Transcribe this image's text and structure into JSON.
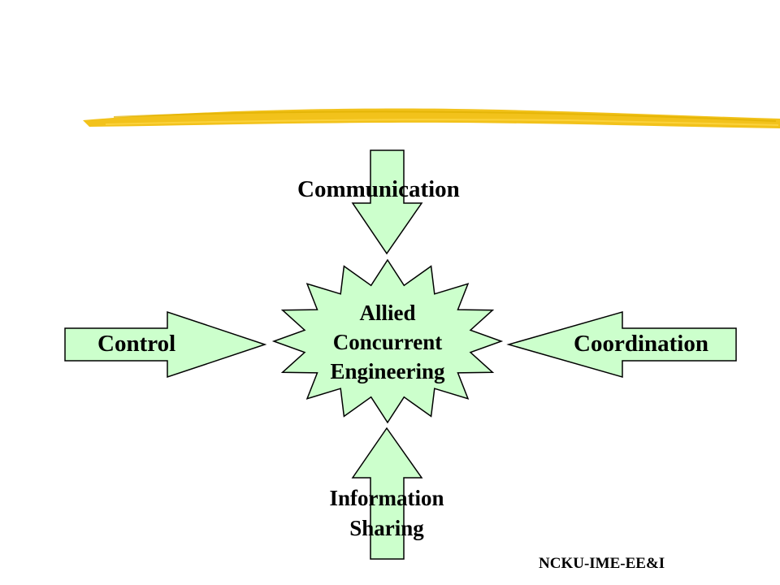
{
  "diagram": {
    "center": {
      "lines": [
        "Allied",
        "Concurrent",
        "Engineering"
      ]
    },
    "arrows": {
      "top": "Communication",
      "left": "Control",
      "right": "Coordination",
      "bottom": [
        "Information",
        "Sharing"
      ]
    }
  },
  "footer": "NCKU-IME-EE&I",
  "colors": {
    "shape_fill": "#ccffcc",
    "stroke": "#000000",
    "accent_stroke": "#f2c21b"
  }
}
